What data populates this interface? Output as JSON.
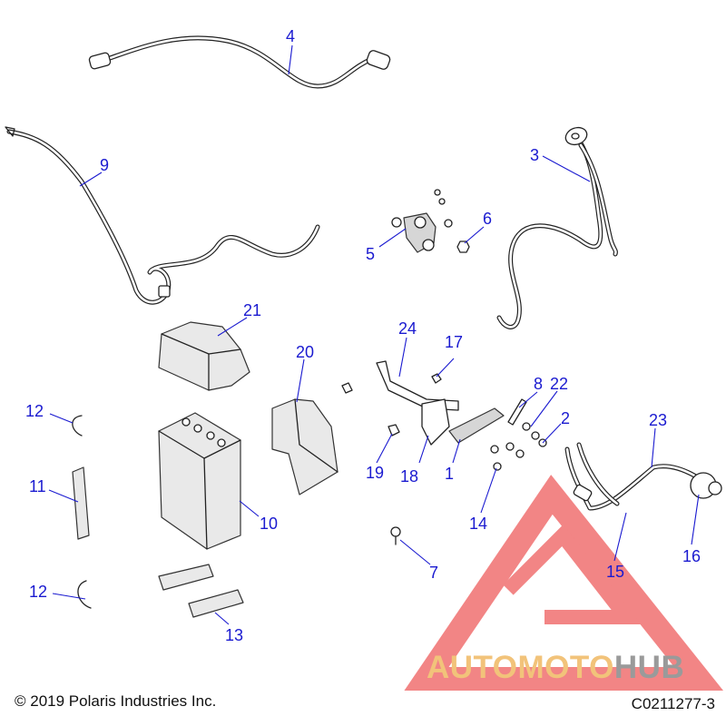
{
  "diagram": {
    "callouts": {
      "c1": "1",
      "c2": "2",
      "c3": "3",
      "c4": "4",
      "c5": "5",
      "c6": "6",
      "c7": "7",
      "c8": "8",
      "c9": "9",
      "c10": "10",
      "c11": "11",
      "c12a": "12",
      "c12b": "12",
      "c13": "13",
      "c14": "14",
      "c15": "15",
      "c16": "16",
      "c17": "17",
      "c18": "18",
      "c19": "19",
      "c20": "20",
      "c21": "21",
      "c22": "22",
      "c23": "23",
      "c24": "24"
    },
    "callout_color": "#1a1ad0"
  },
  "footer": {
    "copyright": "© 2019 Polaris Industries Inc.",
    "drawing_code": "C0211277-3"
  },
  "watermark": {
    "word_part1": "AUTO",
    "word_part2": "MOTO",
    "word_part3": "HUB",
    "colors": {
      "triangle": "#f07070",
      "text_accent": "#f2c37a",
      "text_gray": "#9a9a9a"
    }
  }
}
